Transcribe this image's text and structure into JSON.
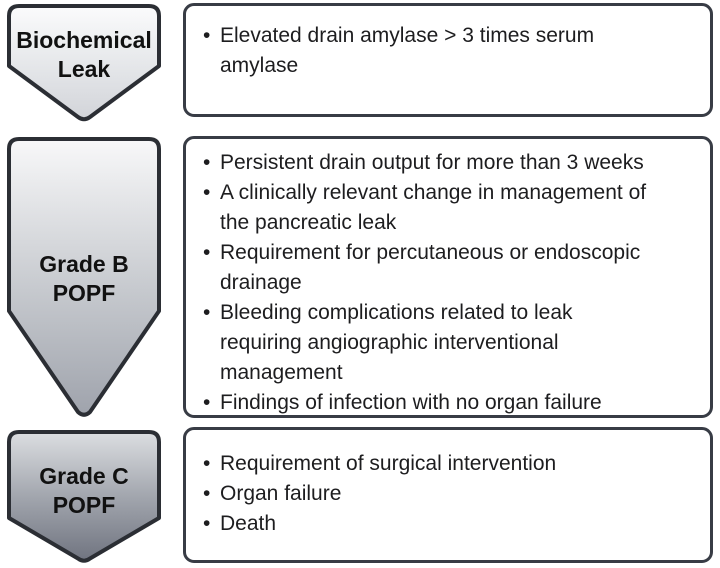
{
  "diagram": {
    "rows": [
      {
        "id": "biochemical-leak",
        "stage": {
          "lines": [
            "Biochemical",
            "Leak"
          ]
        },
        "criteria": [
          "Elevated drain amylase > 3 times serum amylase"
        ]
      },
      {
        "id": "grade-b-popf",
        "stage": {
          "lines": [
            "Grade B",
            "POPF"
          ]
        },
        "criteria": [
          "Persistent drain output for more than 3 weeks",
          "A clinically relevant change in management of the pancreatic leak",
          "Requirement for percutaneous or endoscopic drainage",
          "Bleeding complications related to leak requiring angiographic interventional management",
          "Findings of infection with no organ failure"
        ]
      },
      {
        "id": "grade-c-popf",
        "stage": {
          "lines": [
            "Grade C",
            "POPF"
          ]
        },
        "criteria": [
          "Requirement of surgical intervention",
          "Organ failure",
          "Death"
        ]
      }
    ],
    "colors": {
      "arrow_border": "#2b2e34",
      "box_border": "#383c45",
      "text": "#1d1d1f",
      "label_text": "#111111",
      "arrow1_top": "#fbfbfc",
      "arrow1_mid": "#e4e6e9",
      "arrow1_bottom": "#d2d4d9",
      "arrow2_top": "#f8f8f9",
      "arrow2_mid": "#c6c9ce",
      "arrow2_bottom": "#9fa3ac",
      "arrow3_top": "#dcdee1",
      "arrow3_mid": "#a2a6ae",
      "arrow3_bottom": "#707480"
    }
  }
}
